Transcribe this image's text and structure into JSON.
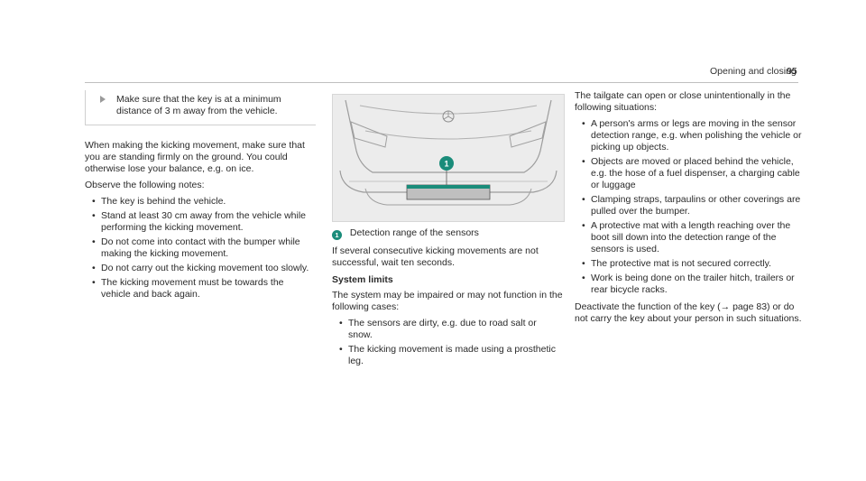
{
  "header": {
    "title": "Opening and closing",
    "page": "95"
  },
  "col1": {
    "note": "Make sure that the key is at a minimum distance of 3 m away from the vehicle.",
    "para1": "When making the kicking movement, make sure that you are standing firmly on the ground. You could otherwise lose your balance, e.g. on ice.",
    "para2": "Observe the following notes:",
    "bullets": [
      "The key is behind the vehicle.",
      "Stand at least 30 cm away from the vehicle while performing the kicking movement.",
      "Do not come into contact with the bumper while making the kicking movement.",
      "Do not carry out the kicking movement too slowly.",
      "The kicking movement must be towards the vehicle and back again."
    ]
  },
  "col2": {
    "figure_badge": "1",
    "caption_badge": "1",
    "caption": "Detection range of the sensors",
    "para1": "If several consecutive kicking movements are not successful, wait ten seconds.",
    "heading": "System limits",
    "para2": "The system may be impaired or may not function in the following cases:",
    "bullets": [
      "The sensors are dirty, e.g. due to road salt or snow.",
      "The kicking movement is made using a prosthetic leg."
    ]
  },
  "col3": {
    "para1": "The tailgate can open or close unintentionally in the following situations:",
    "bullets": [
      "A person's arms or legs are moving in the sensor detection range, e.g. when polishing the vehicle or picking up objects.",
      "Objects are moved or placed behind the vehicle, e.g. the hose of a fuel dispenser, a charging cable or luggage",
      "Clamping straps, tarpaulins or other coverings are pulled over the bumper.",
      "A protective mat with a length reaching over the boot sill down into the detection range of the sensors is used.",
      "The protective mat is not secured correctly.",
      "Work is being done on the trailer hitch, trailers or rear bicycle racks."
    ],
    "para2": "Deactivate the function of the key (→ page 83) or do not carry the key about your person in such situations."
  },
  "colors": {
    "badge": "#1a8c7a",
    "figure_bg": "#ececec"
  }
}
